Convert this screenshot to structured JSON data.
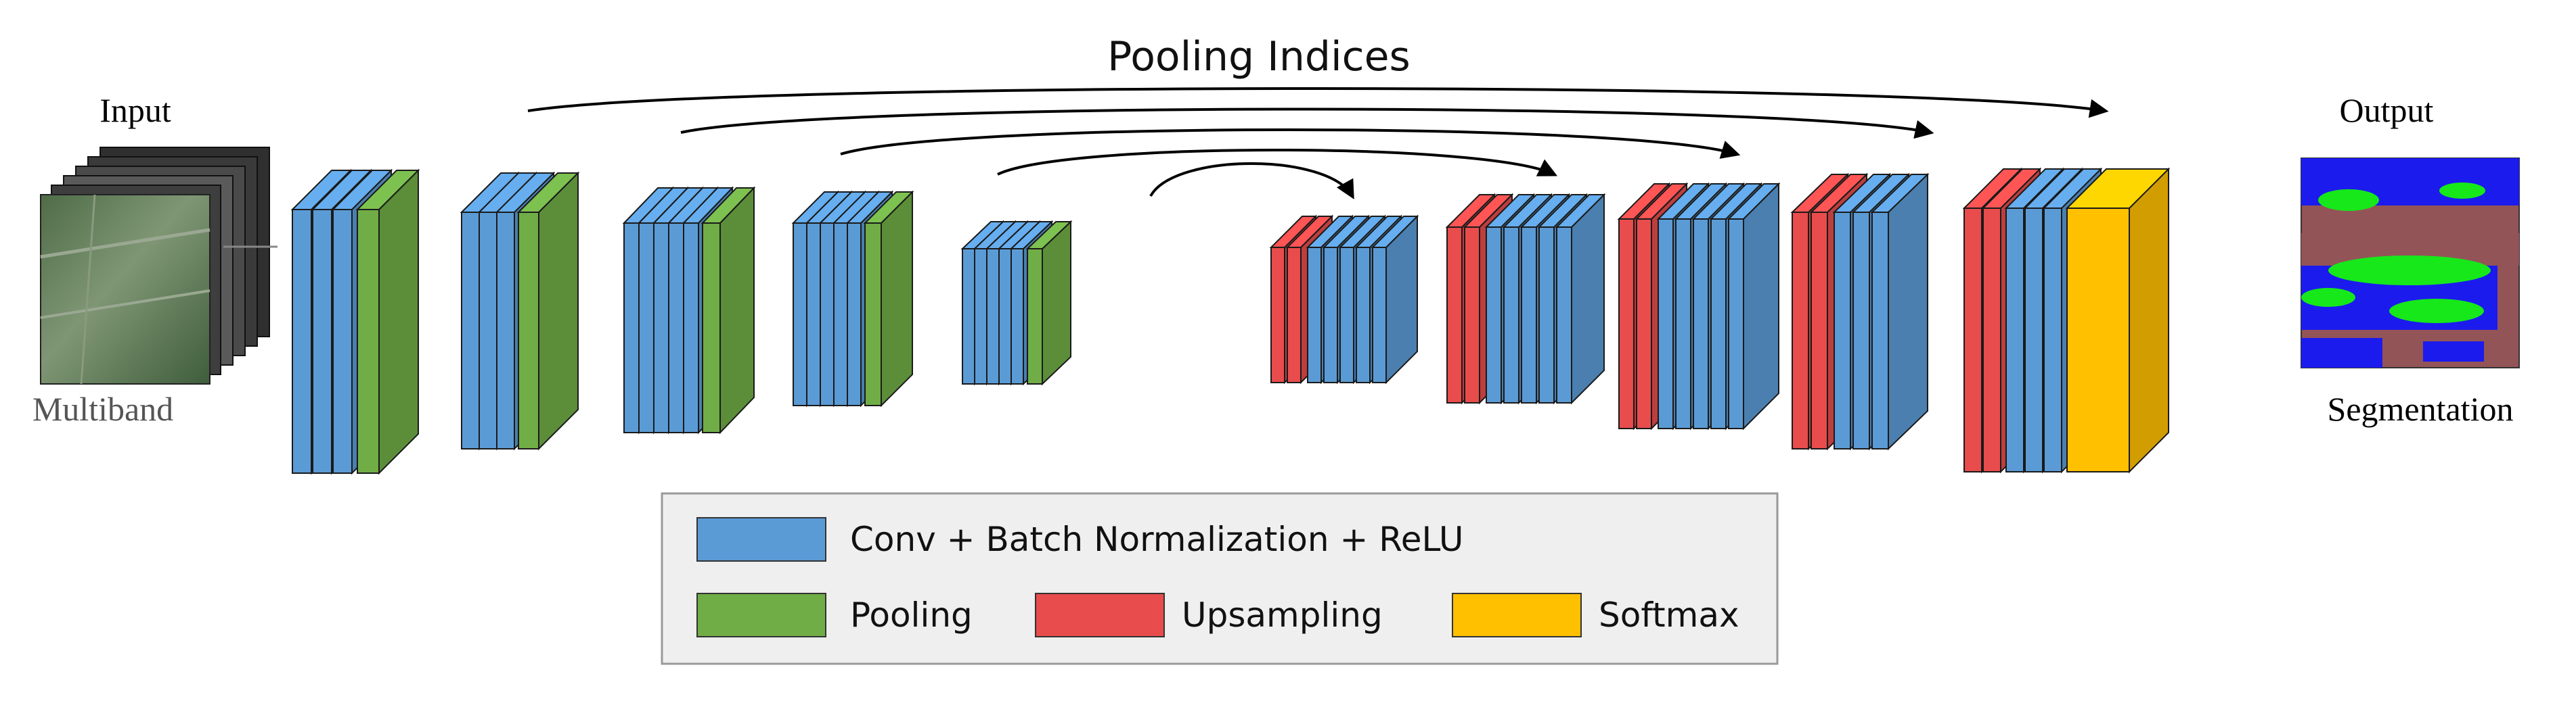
{
  "title": "Pooling Indices",
  "input_label": "Input",
  "input_caption": "Multiband",
  "output_label": "Output",
  "output_caption": "Segmentation",
  "colors": {
    "conv": "#5b9bd5",
    "pooling": "#70ad47",
    "upsampling": "#e84c4c",
    "softmax": "#ffc000",
    "legend_bg": "#efefef",
    "seg_blue": "#1b1bee",
    "seg_green": "#16e81a",
    "seg_brown": "#935457"
  },
  "legend": [
    {
      "key": "conv",
      "label": "Conv + Batch Normalization + ReLU"
    },
    {
      "key": "pooling",
      "label": "Pooling"
    },
    {
      "key": "upsampling",
      "label": "Upsampling"
    },
    {
      "key": "softmax",
      "label": "Softmax"
    }
  ],
  "encoder": [
    {
      "conv": 3,
      "pool": 1
    },
    {
      "conv": 3,
      "pool": 1
    },
    {
      "conv": 5,
      "pool": 1
    },
    {
      "conv": 5,
      "pool": 1
    },
    {
      "conv": 5,
      "pool": 1
    }
  ],
  "decoder": [
    {
      "up": 2,
      "conv": 5
    },
    {
      "up": 2,
      "conv": 5
    },
    {
      "up": 2,
      "conv": 5
    },
    {
      "up": 2,
      "conv": 3
    },
    {
      "up": 2,
      "conv": 3,
      "softmax": 1
    }
  ]
}
